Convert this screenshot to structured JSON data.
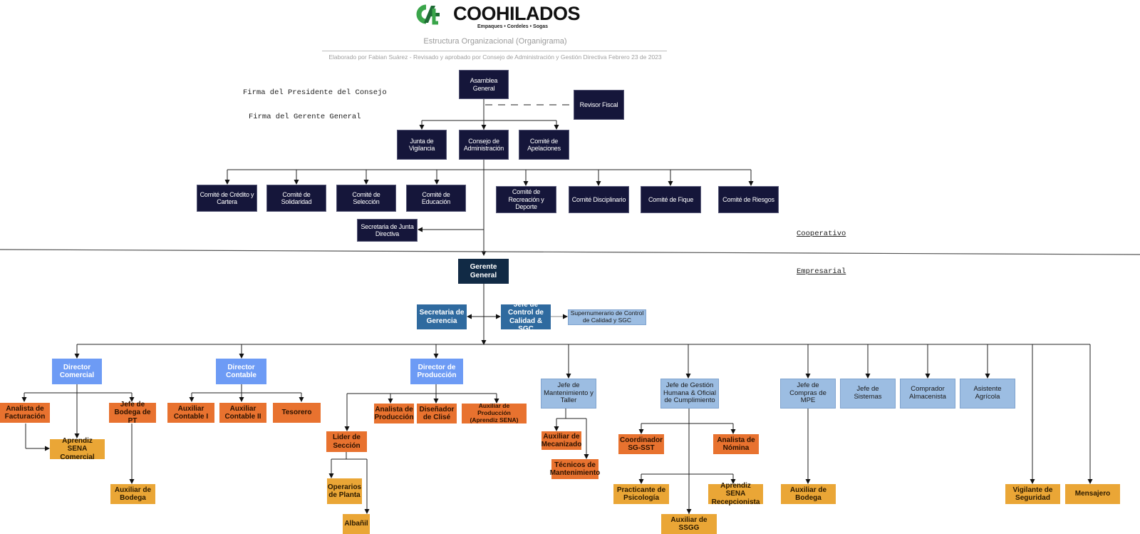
{
  "header": {
    "brand": "COOHILADOS",
    "tagline": "Empaques • Cordeles • Sogas",
    "subtitle": "Estructura Organizacional (Organigrama)",
    "credit": "Elaborado por Fabian Suárez - Revisado y aprobado por Consejo de Administración y Gestión Directiva Febrero 23 de 2023",
    "logo_colors": [
      "#1e6b35",
      "#3aa54a"
    ]
  },
  "signatures": {
    "president": "Firma del Presidente del Consejo",
    "manager": "Firma del Gerente General"
  },
  "sections": {
    "cooperative": "Cooperativo",
    "business": "Empresarial"
  },
  "colors": {
    "navy": "#15163a",
    "gerente": "#112a45",
    "steel": "#2f6a9f",
    "director": "#6d9bf5",
    "light_blue": "#9cbde2",
    "orange": "#e8722f",
    "gold": "#eaa636"
  },
  "nodes": {
    "asamblea": "Asamblea General",
    "revisor": "Revisor Fiscal",
    "junta": "Junta de Vigilancia",
    "consejo": "Consejo de Administración",
    "apelaciones": "Comité de Apelaciones",
    "credito": "Comité de Crédito y Cartera",
    "solidaridad": "Comité de Solidaridad",
    "seleccion": "Comité de Selección",
    "educacion": "Comité de Educación",
    "recreacion": "Comité de Recreación y Deporte",
    "disciplinario": "Comité Disciplinario",
    "fique": "Comité de Fique",
    "riesgos": "Comité de Riesgos",
    "secretaria_junta": "Secretaria de Junta Directiva",
    "gerente": "Gerente General",
    "secretaria_gerencia": "Secretaria de Gerencia",
    "jefe_calidad": "Jefe de Control de Calidad & SGC",
    "supernumerario": "Supernumerario de Control de Calidad y SGC",
    "dir_comercial": "Director Comercial",
    "dir_contable": "Director Contable",
    "dir_produccion": "Director de Producción",
    "jefe_mantenimiento": "Jefe de Mantenimiento y Taller",
    "jefe_gestion": "Jefe de Gestión Humana & Oficial de Cumplimiento",
    "jefe_compras": "Jefe de Compras de MPE",
    "jefe_sistemas": "Jefe de Sistemas",
    "comprador": "Comprador Almacenista",
    "asistente_agricola": "Asistente Agrícola",
    "analista_facturacion": "Analista de Facturación",
    "jefe_bodega_pt": "Jefe de Bodega de PT",
    "aprendiz_comercial": "Aprendiz SENA Comercial",
    "auxiliar_bodega_1": "Auxiliar de Bodega",
    "auxiliar_contable_1": "Auxiliar Contable I",
    "auxiliar_contable_2": "Auxiliar Contable II",
    "tesorero": "Tesorero",
    "lider_seccion": "Lider de Sección",
    "analista_produccion": "Analista de Producción",
    "disenador": "Diseñador de Clisé",
    "auxiliar_produccion": "Auxiliar de Producción (Aprendiz SENA)",
    "operarios": "Operarios de Planta",
    "albanil": "Albañil",
    "auxiliar_mecanizado": "Auxiliar de Mecanizado",
    "tecnicos": "Técnicos de Mantenimiento",
    "coordinador_sst": "Coordinador SG-SST",
    "analista_nomina": "Analista de Nómina",
    "practicante": "Practicante de Psicología",
    "aprendiz_recepcion": "Aprendiz SENA Recepcionista",
    "auxiliar_ssgg": "Auxiliar de SSGG",
    "auxiliar_bodega_2": "Auxiliar de Bodega",
    "vigilante": "Vigilante de Seguridad",
    "mensajero": "Mensajero"
  }
}
